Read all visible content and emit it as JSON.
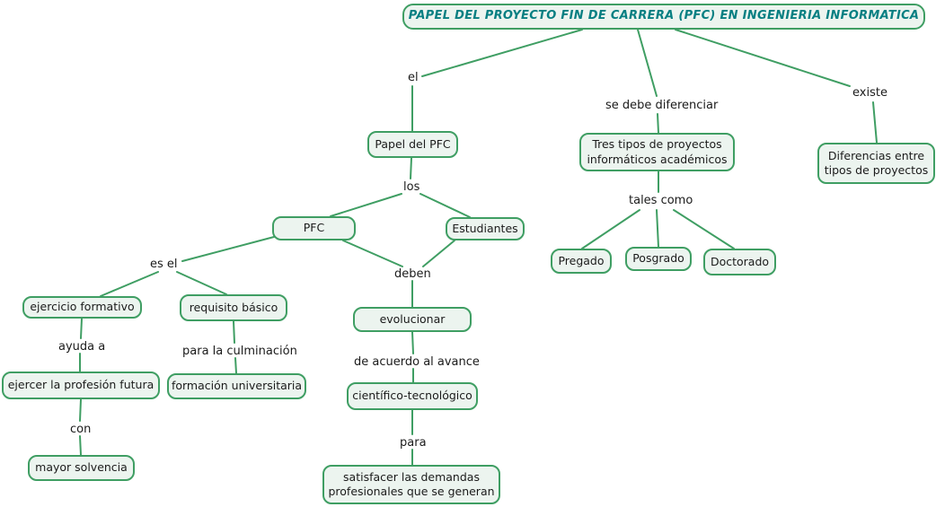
{
  "colors": {
    "accent_green": "#3f9e63",
    "node_fill": "#ecf4ef",
    "title_text": "#077f82",
    "label_text": "#1b1b1b",
    "background": "#ffffff"
  },
  "title": "PAPEL DEL PROYECTO FIN DE CARRERA (PFC) EN INGENIERIA INFORMATICA",
  "nodes": {
    "papel_del_pfc": "Papel del PFC",
    "tres_tipos": "Tres tipos de proyectos informáticos académicos",
    "diferencias": "Diferencias entre tipos de proyectos",
    "pfc": "PFC",
    "estudiantes": "Estudiantes",
    "pregado": "Pregado",
    "posgrado": "Posgrado",
    "doctorado": "Doctorado",
    "ejercicio_formativo": "ejercicio formativo",
    "requisito_basico": "requisito básico",
    "ejercer_profesion": "ejercer la profesión futura",
    "formacion_universitaria": "formación universitaria",
    "mayor_solvencia": "mayor solvencia",
    "evolucionar": "evolucionar",
    "cientifico_tecnologico": "científico-tecnológico",
    "satisfacer": "satisfacer las demandas profesionales que se generan"
  },
  "link_labels": {
    "el": "el",
    "se_debe_diferenciar": "se debe diferenciar",
    "existe": "existe",
    "los": "los",
    "tales_como": "tales como",
    "es_el": "es el",
    "deben": "deben",
    "ayuda_a": "ayuda a",
    "para_la_culminacion": "para la culminación",
    "de_acuerdo": "de acuerdo al avance",
    "con": "con",
    "para": "para"
  },
  "propositions": [
    "PAPEL DEL PROYECTO FIN DE CARRERA (PFC) EN INGENIERIA INFORMATICA — el — Papel del PFC",
    "PAPEL DEL PROYECTO FIN DE CARRERA (PFC) EN INGENIERIA INFORMATICA — se debe diferenciar — Tres tipos de proyectos informáticos académicos",
    "PAPEL DEL PROYECTO FIN DE CARRERA (PFC) EN INGENIERIA INFORMATICA — existe — Diferencias entre tipos de proyectos",
    "Papel del PFC — los — PFC",
    "Papel del PFC — los — Estudiantes",
    "Tres tipos de proyectos informáticos académicos — tales como — Pregado",
    "Tres tipos de proyectos informáticos académicos — tales como — Posgrado",
    "Tres tipos de proyectos informáticos académicos — tales como — Doctorado",
    "PFC — es el — ejercicio formativo",
    "PFC — es el — requisito básico",
    "PFC — deben — evolucionar",
    "Estudiantes — deben — evolucionar",
    "ejercicio formativo — ayuda a — ejercer la profesión futura",
    "requisito básico — para la culminación — formación universitaria",
    "ejercer la profesión futura — con — mayor solvencia",
    "evolucionar — de acuerdo al avance — científico-tecnológico",
    "científico-tecnológico — para — satisfacer las demandas profesionales que se generan"
  ]
}
